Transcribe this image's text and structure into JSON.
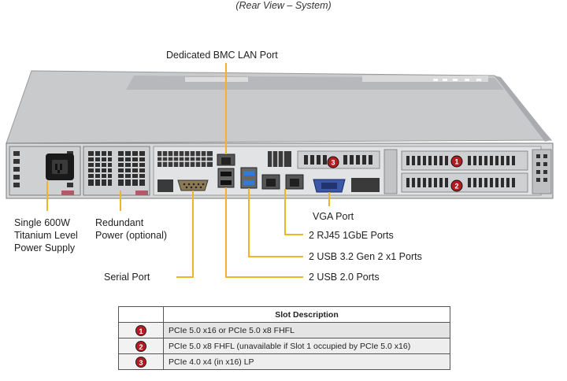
{
  "caption": "(Rear View – System)",
  "labels": {
    "bmc": "Dedicated BMC LAN Port",
    "vga": "VGA Port",
    "rj45": "2 RJ45 1GbE Ports",
    "usb32": "2 USB 3.2 Gen 2 x1 Ports",
    "usb20": "2 USB 2.0 Ports",
    "serial": "Serial Port",
    "psu_line1": "Single 600W",
    "psu_line2": "Titanium Level",
    "psu_line3": "Power Supply",
    "redundant_line1": "Redundant",
    "redundant_line2": "Power (optional)"
  },
  "slot_table": {
    "header": "Slot Description",
    "rows": [
      {
        "num": "1",
        "desc": "PCIe 5.0 x16 or PCIe 5.0 x8 FHFL"
      },
      {
        "num": "2",
        "desc": "PCIe 5.0 x8 FHFL (unavailable if Slot 1 occupied by PCIe 5.0 x16)"
      },
      {
        "num": "3",
        "desc": "PCIe 4.0 x4 (in x16) LP"
      }
    ]
  },
  "colors": {
    "callout": "#f0b428",
    "badge": "#b51c22",
    "chassis": "#c8c9cb"
  }
}
